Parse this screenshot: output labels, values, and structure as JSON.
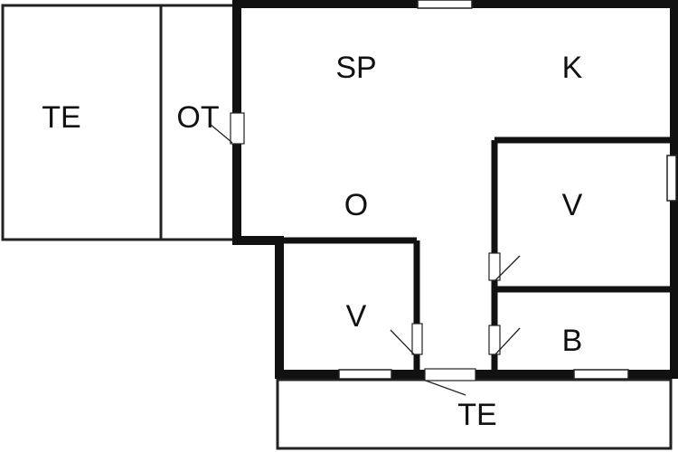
{
  "floor_plan": {
    "rooms": [
      {
        "id": "terrace-left",
        "label": "TE"
      },
      {
        "id": "outdoor-room",
        "label": "OT"
      },
      {
        "id": "living",
        "label": "SP"
      },
      {
        "id": "kitchen",
        "label": "K"
      },
      {
        "id": "open-area",
        "label": "O"
      },
      {
        "id": "bedroom-right",
        "label": "V"
      },
      {
        "id": "bedroom-lower",
        "label": "V"
      },
      {
        "id": "bathroom",
        "label": "B"
      },
      {
        "id": "terrace-bottom",
        "label": "TE"
      }
    ]
  },
  "colors": {
    "wall": "#111111",
    "thin_wall": "#222222",
    "floor": "#ffffff"
  }
}
